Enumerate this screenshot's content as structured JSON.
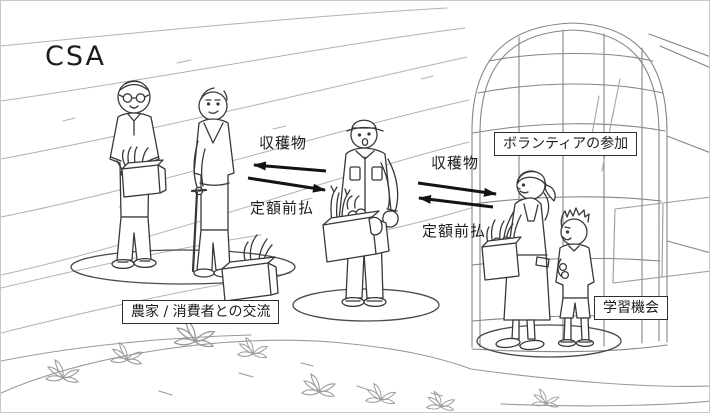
{
  "title": {
    "text": "CSA"
  },
  "flows": {
    "farmer_consumer": {
      "harvest_label": "収穫物",
      "prepayment_label": "定額前払"
    },
    "farmer_volunteer": {
      "harvest_label": "収穫物",
      "prepayment_label": "定額前払"
    }
  },
  "callouts": {
    "volunteer_participation": "ボランティアの参加",
    "farmer_consumer_exchange": "農家 / 消費者との交流",
    "learning_opportunity": "学習機会"
  },
  "colors": {
    "background": "#ffffff",
    "ink": "#383838",
    "light_line": "#b3b3b3",
    "greenhouse_line": "#858585",
    "arrow": "#141414",
    "callout_border": "#2f2f2f"
  }
}
